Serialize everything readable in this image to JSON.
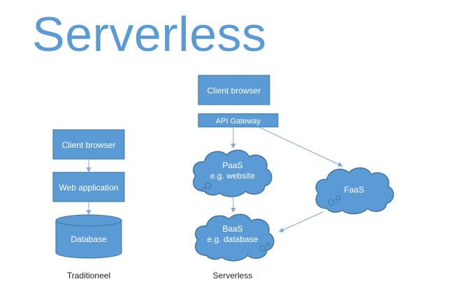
{
  "title": "Serverless",
  "colors": {
    "title": "#5b9bd5",
    "fill": "#5b9bd5",
    "stroke": "#41719c",
    "text_on_fill": "#ffffff",
    "arrow": "#7fa8d4",
    "caption": "#222222"
  },
  "traditional": {
    "client_browser": "Client browser",
    "web_application": "Web application",
    "database": "Database",
    "caption": "Traditioneel"
  },
  "serverless": {
    "client_browser": "Client browser",
    "api_gateway": "API Gateway",
    "paas_line1": "PaaS",
    "paas_line2": "e.g. website",
    "baas_line1": "BaaS",
    "baas_line2": "e.g. database",
    "faas": "FaaS",
    "caption": "Serverless"
  }
}
